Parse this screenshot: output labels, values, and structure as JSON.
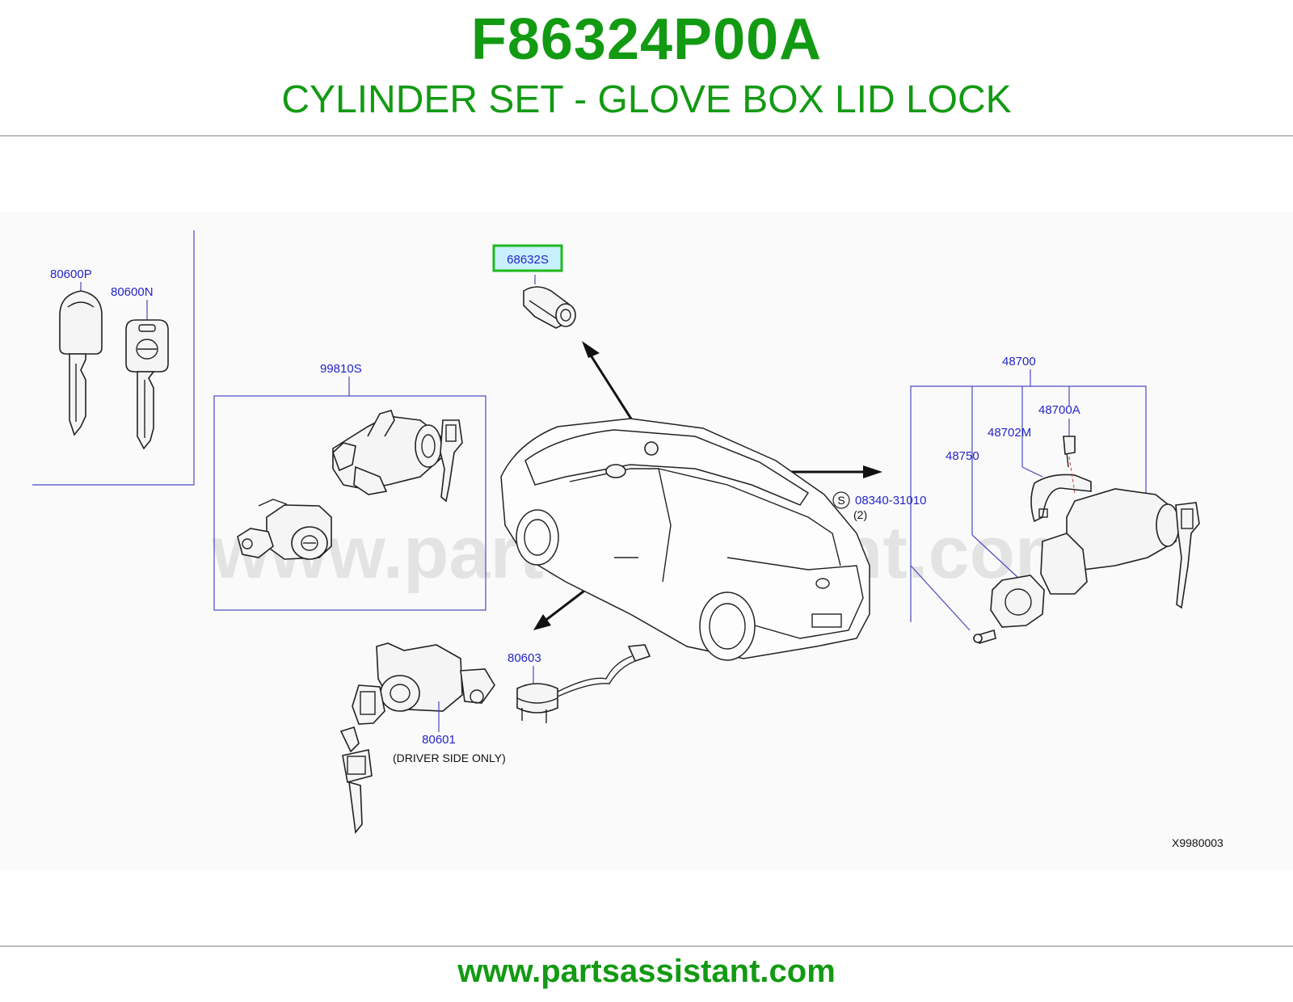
{
  "header": {
    "part_number": "F86324P00A",
    "description": "CYLINDER SET - GLOVE BOX LID LOCK"
  },
  "watermark": "www.partsassistant.com",
  "diagram": {
    "code": "X9980003",
    "callouts": {
      "key_p": "80600P",
      "key_n": "80600N",
      "set_99810s": "99810S",
      "highlighted": "68632S",
      "ignition_48700": "48700",
      "ignition_48700a": "48700A",
      "ignition_48702m": "48702M",
      "ignition_48750": "48750",
      "screw": "08340-31010",
      "screw_qty": "(2)",
      "screw_symbol": "S",
      "door_80601": "80601",
      "door_note": "(DRIVER   SIDE   ONLY)",
      "switch_80603": "80603"
    }
  },
  "colors": {
    "brand_green": "#139a13",
    "callout_blue": "#2424c8",
    "highlight_box": "#20b820",
    "highlight_fill": "#c8f0ff"
  },
  "footer": {
    "link": "www.partsassistant.com"
  }
}
